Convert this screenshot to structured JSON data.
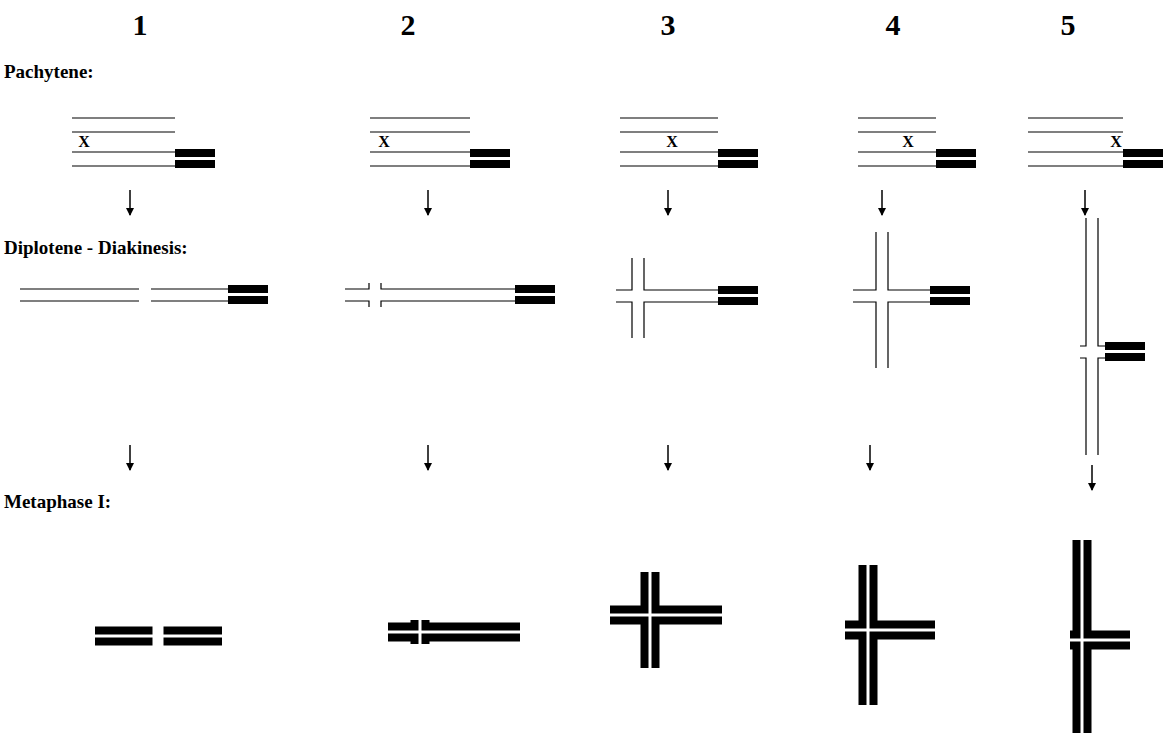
{
  "diagram": {
    "labels": [
      "1",
      "2",
      "3",
      "4",
      "5",
      "Pachytene:",
      "X",
      "X",
      "X",
      "X",
      "X",
      "Diplotene - Diakinesis:",
      "Metaphase I:"
    ]
  }
}
